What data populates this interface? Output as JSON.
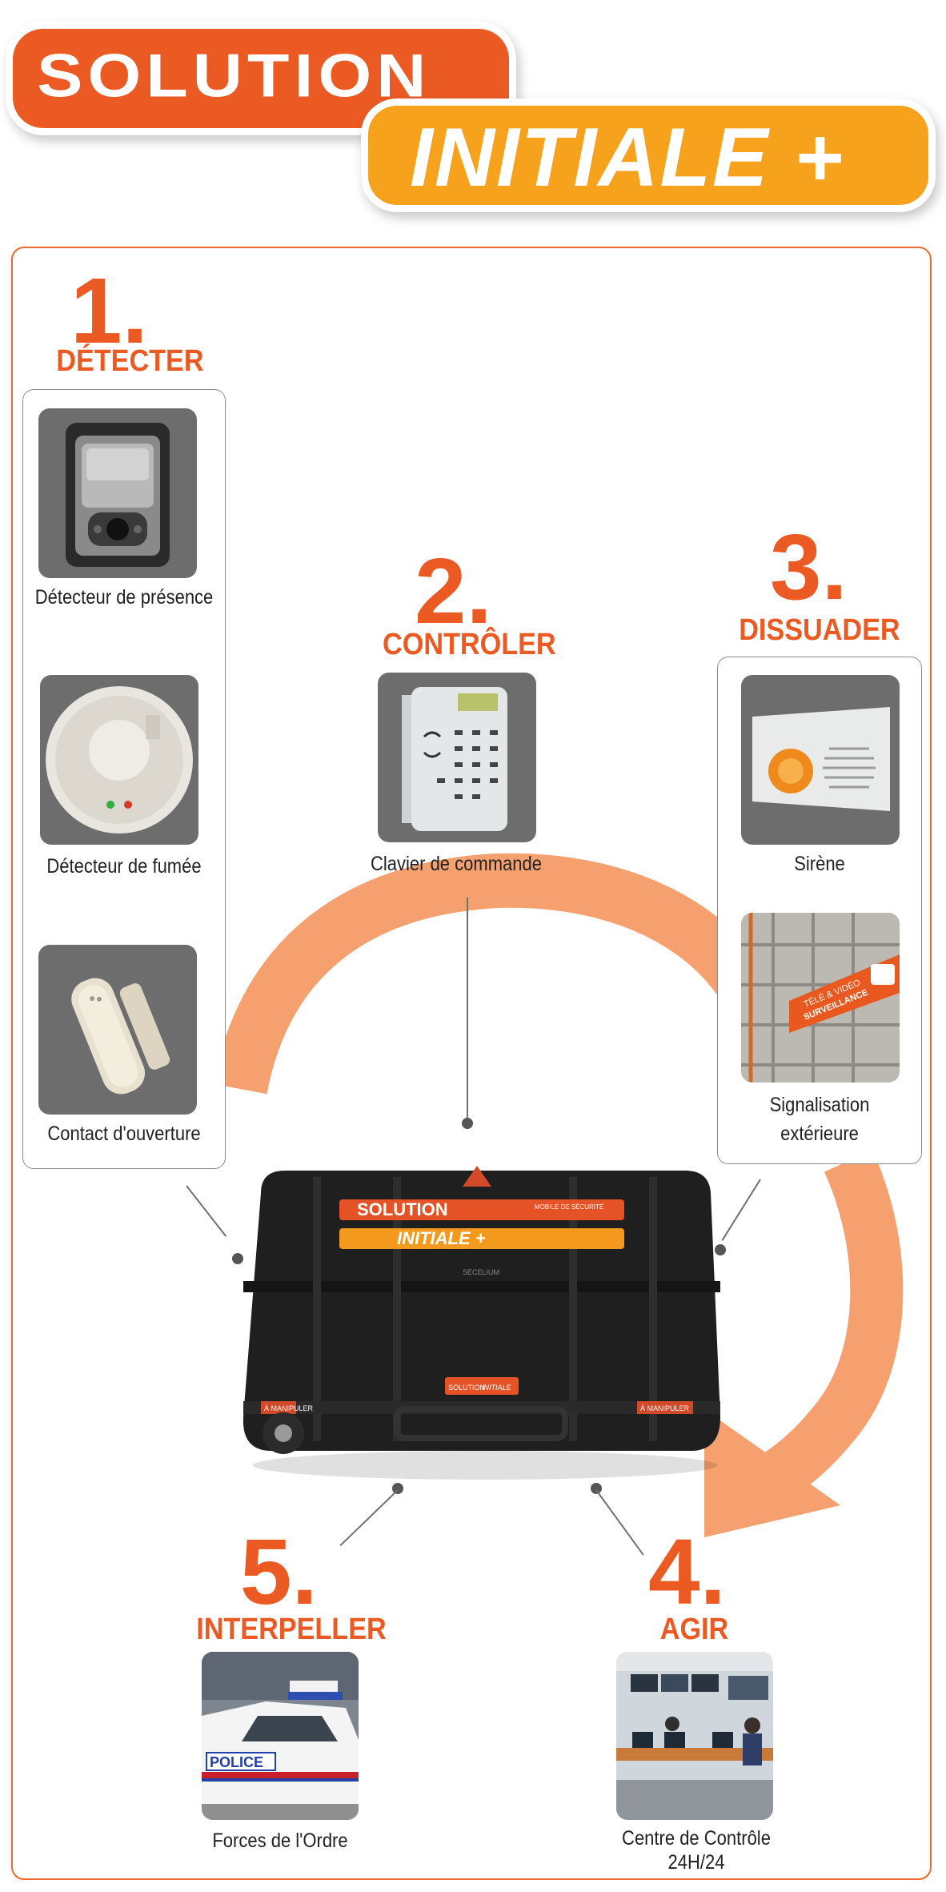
{
  "header": {
    "line1": "SOLUTION",
    "line2": "INITIALE +"
  },
  "steps": {
    "detect": {
      "number": "1.",
      "title": "DÉTECTER"
    },
    "control": {
      "number": "2.",
      "title": "CONTRÔLER"
    },
    "dissuade": {
      "number": "3.",
      "title": "DISSUADER"
    },
    "act": {
      "number": "4.",
      "title": "AGIR"
    },
    "arrest": {
      "number": "5.",
      "title": "INTERPELLER"
    }
  },
  "devices": {
    "presence": "Détecteur de présence",
    "smoke": "Détecteur de fumée",
    "contact": "Contact d'ouverture",
    "keypad": "Clavier de commande",
    "siren": "Sirène",
    "signage": "Signalisation extérieure",
    "police": "Forces de l'Ordre",
    "center_line1": "Centre de Contrôle",
    "center_line2": "24H/24"
  },
  "case": {
    "label1": "SOLUTION",
    "label1_sub": "MOBILE DE SÉCURITÉ",
    "label2": "INITIALE +",
    "brand": "SECELIUM",
    "strap": "À MANIPULER",
    "small_label1": "SOLUTION",
    "small_label2": "INITIALE"
  },
  "photos": {
    "banner_line1": "TÉLÉ & VIDÉO",
    "banner_line2": "SURVEILLANCE",
    "police_text": "POLICE"
  },
  "colors": {
    "orange": "#ec5a24",
    "light_orange": "#f6a21d",
    "arrow": "#f5a06e",
    "tile_gray": "#6d6d6e"
  }
}
